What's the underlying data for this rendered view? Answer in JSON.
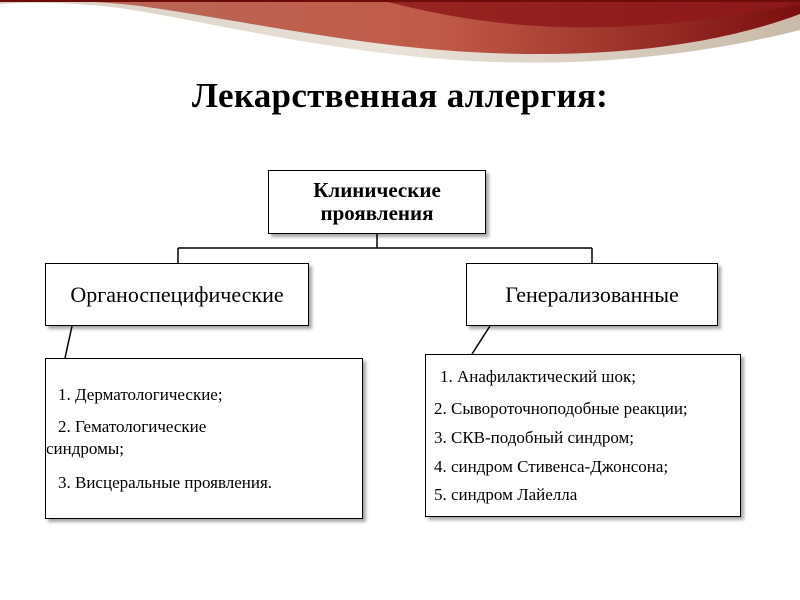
{
  "title": "Лекарственная аллергия:",
  "root": {
    "line1": "Клинические",
    "line2": "проявления"
  },
  "left": {
    "label": "Органоспецифические",
    "items": [
      "1.  Дерматологические;",
      "2. Гематологические синдромы;",
      "3. Висцеральные проявления."
    ]
  },
  "right": {
    "label": "Генерализованные",
    "items": [
      "1. Анафилактический шок;",
      "2. Сывороточноподобные реакции;",
      "3. СКВ-подобный синдром;",
      "4. синдром Стивенса-Джонсона;",
      "5. синдром Лайелла"
    ]
  },
  "colors": {
    "accent_dark": "#7a0f0f",
    "accent_red": "#b21c1c"
  }
}
